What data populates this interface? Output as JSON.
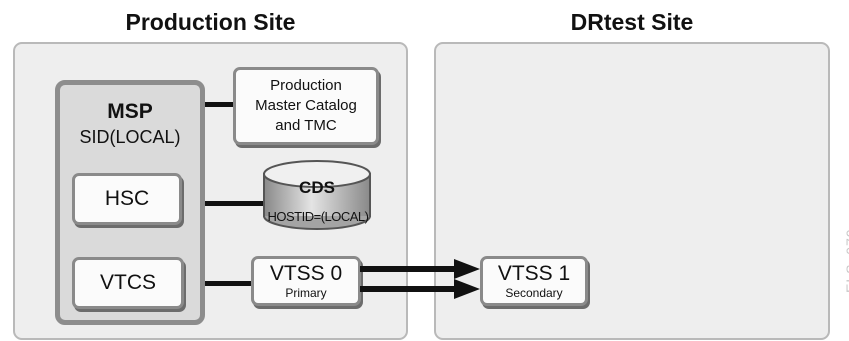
{
  "sites": {
    "production": {
      "title": "Production Site"
    },
    "drtest": {
      "title": "DRtest Site"
    }
  },
  "msp": {
    "title": "MSP",
    "sid": "SID(LOCAL)"
  },
  "components": {
    "catalog": {
      "line1": "Production",
      "line2": "Master Catalog",
      "line3": "and TMC"
    },
    "hsc": {
      "label": "HSC"
    },
    "vtcs": {
      "label": "VTCS"
    },
    "cds": {
      "label": "CDS",
      "hostid": "HOSTID=(LOCAL)"
    },
    "vtss0": {
      "label": "VTSS 0",
      "role": "Primary"
    },
    "vtss1": {
      "label": "VTSS 1",
      "role": "Secondary"
    }
  },
  "figure_id": "ELS_079"
}
